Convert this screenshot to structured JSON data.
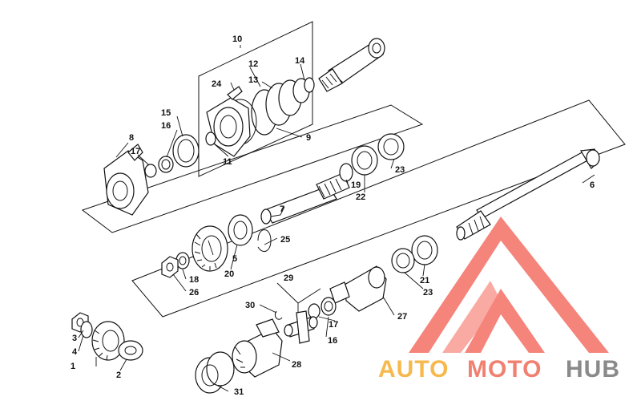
{
  "diagram": {
    "callouts": [
      "1",
      "2",
      "3",
      "4",
      "5",
      "6",
      "7",
      "8",
      "9",
      "10",
      "11",
      "12",
      "13",
      "14",
      "15",
      "16",
      "17",
      "18",
      "19",
      "20",
      "21",
      "22",
      "23",
      "24",
      "25",
      "26",
      "27",
      "28",
      "29",
      "30",
      "31"
    ],
    "extra": {
      "label_16b": "16",
      "label_17b": "17",
      "label_23b": "23"
    }
  },
  "watermark": {
    "word_auto": "AUTO",
    "word_moto": "MOTO",
    "word_hub": "HUB",
    "colors": {
      "auto": "#f6b94d",
      "moto": "#f08070",
      "hub": "#8a8a8a",
      "logo": "#f25c4f"
    }
  }
}
